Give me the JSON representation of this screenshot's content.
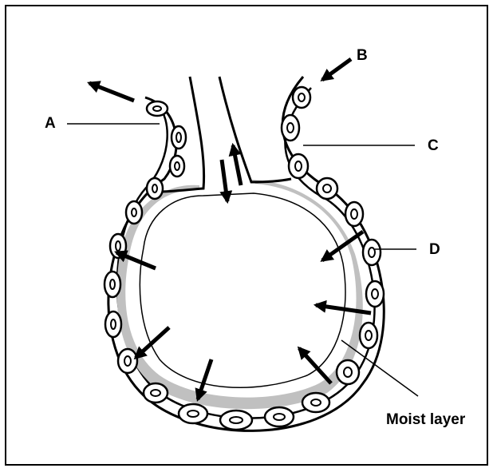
{
  "labels": {
    "a": "A",
    "b": "B",
    "c": "C",
    "d": "D",
    "moist": "Moist layer"
  },
  "colors": {
    "line": "#000000",
    "moist_layer": "#c0c0c0",
    "background": "#ffffff"
  }
}
